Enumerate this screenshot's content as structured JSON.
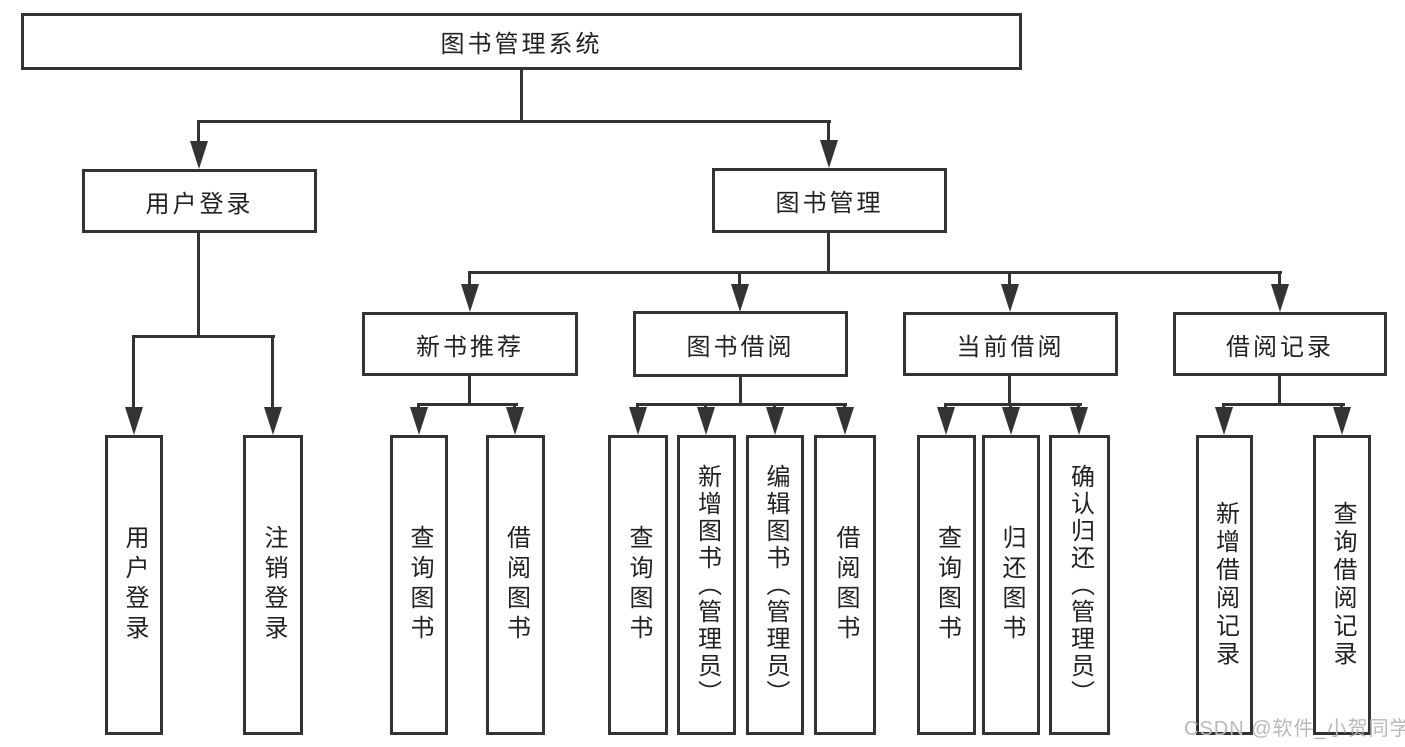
{
  "diagram": {
    "type": "tree",
    "root": {
      "label": "图书管理系统",
      "children": [
        {
          "label": "用户登录",
          "children": [
            {
              "label": "用户登录"
            },
            {
              "label": "注销登录"
            }
          ]
        },
        {
          "label": "图书管理",
          "children": [
            {
              "label": "新书推荐",
              "children": [
                {
                  "label": "查询图书"
                },
                {
                  "label": "借阅图书"
                }
              ]
            },
            {
              "label": "图书借阅",
              "children": [
                {
                  "label": "查询图书"
                },
                {
                  "label": "新增图书（管理员）"
                },
                {
                  "label": "编辑图书（管理员）"
                },
                {
                  "label": "借阅图书"
                }
              ]
            },
            {
              "label": "当前借阅",
              "children": [
                {
                  "label": "查询图书"
                },
                {
                  "label": "归还图书"
                },
                {
                  "label": "确认归还（管理员）"
                }
              ]
            },
            {
              "label": "借阅记录",
              "children": [
                {
                  "label": "新增借阅记录"
                },
                {
                  "label": "查询借阅记录"
                }
              ]
            }
          ]
        }
      ]
    },
    "colors": {
      "line": "#333333",
      "border": "#333333",
      "text": "#222222",
      "background": "#ffffff",
      "watermark": "#b9b9b9"
    }
  },
  "watermark": {
    "text": "CSDN @软件_小贺同学"
  }
}
